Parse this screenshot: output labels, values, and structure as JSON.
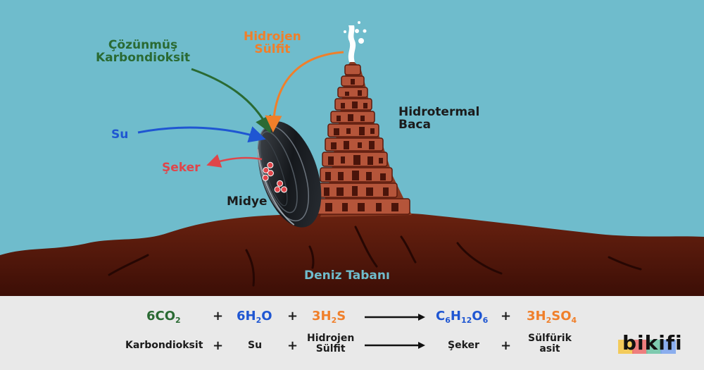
{
  "labels": {
    "co2": [
      "Çözünmüş",
      "Karbondioksit"
    ],
    "h2s": [
      "Hidrojen",
      "Sülfit"
    ],
    "vent": [
      "Hidrotermal",
      "Baca"
    ],
    "water": "Su",
    "sugar": "Şeker",
    "mussel": "Midye",
    "seafloor": "Deniz Tabanı"
  },
  "equation": {
    "formula": {
      "co2": {
        "coef": "6",
        "main": "CO",
        "sub": "2"
      },
      "h2o": {
        "coef": "6",
        "main": "H",
        "sub": "2",
        "tail": "O"
      },
      "h2s": {
        "coef": "3",
        "main": "H",
        "sub": "2",
        "tail": "S"
      },
      "glucose": {
        "a": "C",
        "as": "6",
        "b": "H",
        "bs": "12",
        "c": "O",
        "cs": "6"
      },
      "h2so4": {
        "coef": "3",
        "main": "H",
        "sub": "2",
        "tail": "SO",
        "tsub": "4"
      }
    },
    "plus": "+",
    "words": {
      "co2": "Karbondioksit",
      "h2o": "Su",
      "h2s": [
        "Hidrojen",
        "Sülfit"
      ],
      "glucose": "Şeker",
      "h2so4": [
        "Sülfürik",
        "asit"
      ]
    }
  },
  "logo": "bikifi",
  "colors": {
    "sky": "#6fbccc",
    "seafloor": "#5a1a0c",
    "green": "#2a6a33",
    "blue": "#1f56d2",
    "orange": "#f07f2a",
    "red": "#e0454a",
    "dark": "#1b1b1b",
    "panel": "#e9e9e9"
  }
}
